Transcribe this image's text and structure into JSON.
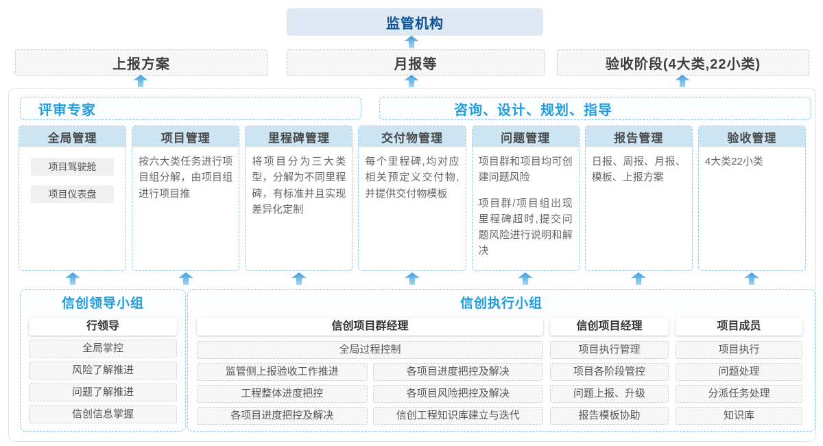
{
  "top": {
    "regulator": "监管机构",
    "outputs": [
      "上报方案",
      "月报等",
      "验收阶段(4大类,22小类)"
    ]
  },
  "middle": {
    "left_header": "评审专家",
    "right_header": "咨询、设计、规划、指导",
    "columns": [
      {
        "title": "全局管理",
        "pills": [
          "项目驾驶舱",
          "项目仪表盘"
        ]
      },
      {
        "title": "项目管理",
        "paragraphs": [
          "按六大类任务进行项目组分解，由项目组进行项目推"
        ]
      },
      {
        "title": "里程碑管理",
        "paragraphs": [
          "将项目分为三大类型，分解为不同里程碑，有标准并且实现差异化定制"
        ]
      },
      {
        "title": "交付物管理",
        "paragraphs": [
          "每个里程碑,均对应相关预定义交付物,并提供交付物模板"
        ]
      },
      {
        "title": "问题管理",
        "paragraphs": [
          "项目群和项目均可创建问题风险",
          "项目群/项目组出现里程碑超时,提交问题风险进行说明和解决"
        ]
      },
      {
        "title": "报告管理",
        "paragraphs": [
          "日报、周报、月报、模板、上报方案"
        ]
      },
      {
        "title": "验收管理",
        "paragraphs": [
          "4大类22小类"
        ]
      }
    ]
  },
  "bottom": {
    "leader_group": {
      "title": "信创领导小组",
      "role": "行领导",
      "items": [
        "全局掌控",
        "风险了解推进",
        "问题了解推进",
        "信创信息掌握"
      ]
    },
    "exec_group": {
      "title": "信创执行小组",
      "pm_group": {
        "role": "信创项目群经理",
        "full_item": "全局过程控制",
        "left_items": [
          "监管侧上报验收工作推进",
          "工程整体进度把控",
          "各项目进度把控及解决"
        ],
        "right_items": [
          "各项目进度把控及解决",
          "各项目风险把控及解决",
          "信创工程知识库建立与迭代"
        ]
      },
      "project_manager": {
        "role": "信创项目经理",
        "items": [
          "项目执行管理",
          "项目各阶段管控",
          "问题上报、升级",
          "报告模板协助"
        ]
      },
      "member": {
        "role": "项目成员",
        "items": [
          "项目执行",
          "问题处理",
          "分派任务处理",
          "知识库"
        ]
      }
    }
  },
  "colors": {
    "accent_blue_text": "#1f9ce0",
    "dark_blue_text": "#0d5296",
    "regulator_bg": "#dfe9f4",
    "column_header_bg": "#cde5f3",
    "dashed_blue_border": "#85c5e8",
    "arrow_top": "#3e9edb",
    "arrow_bottom": "#a7d7f1"
  }
}
